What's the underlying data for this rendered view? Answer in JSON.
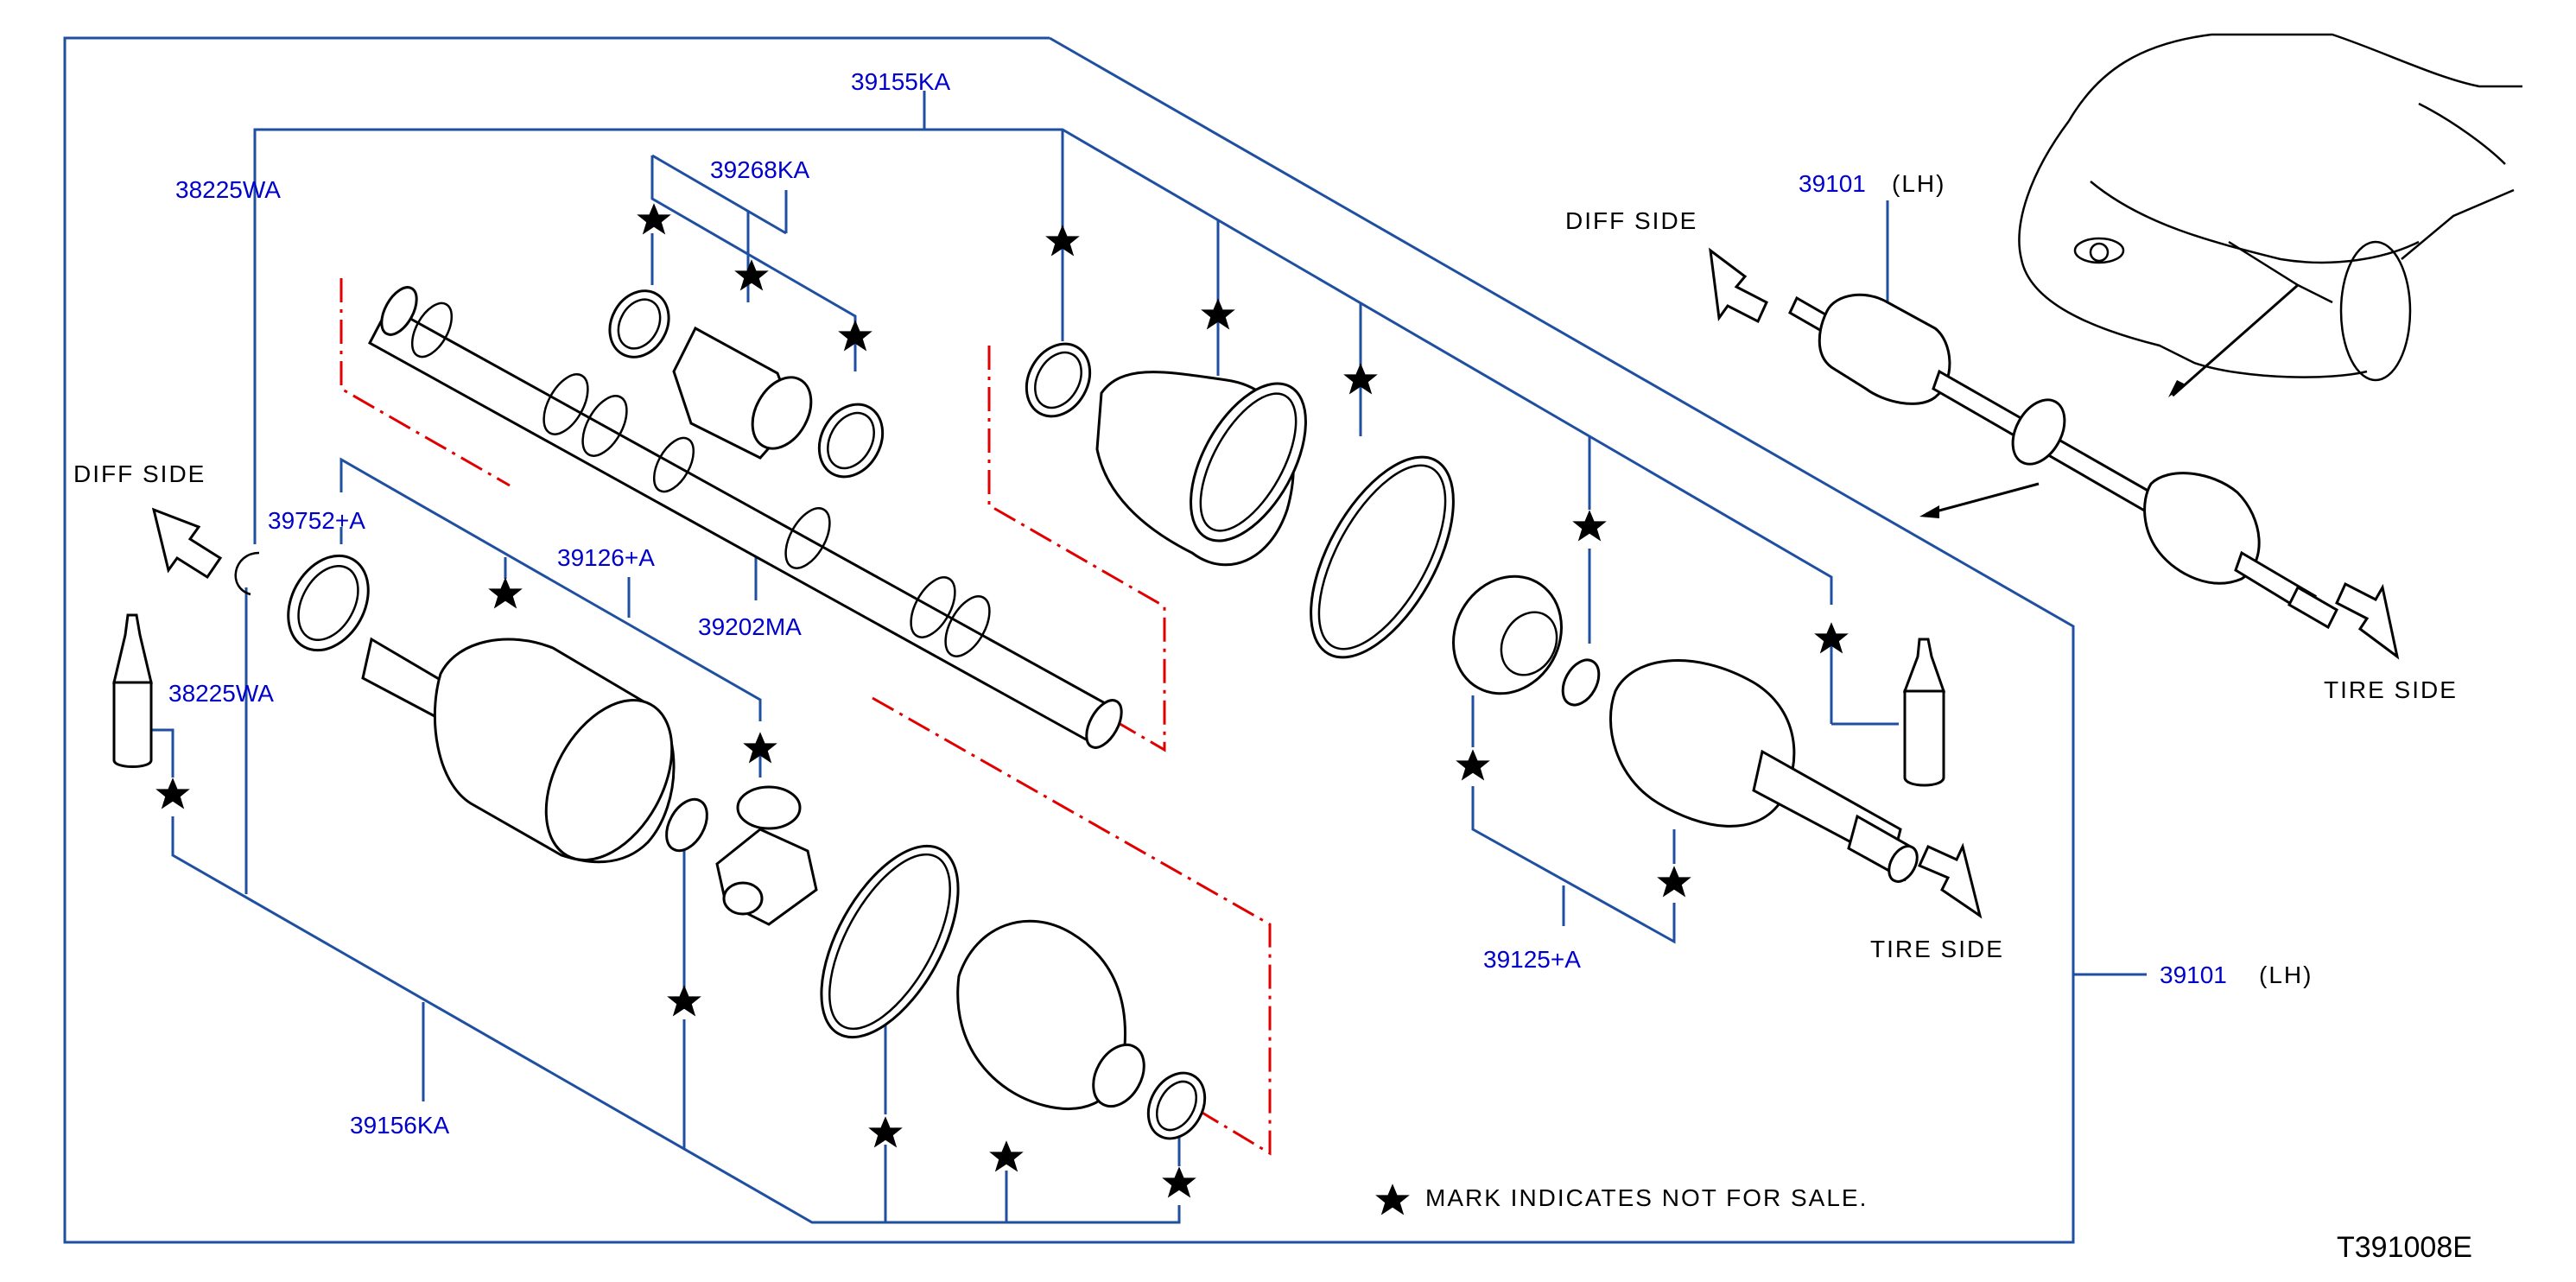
{
  "title": "",
  "diagram_code": "T391008E",
  "legend_note": "MARK INDICATES NOT FOR SALE.",
  "side_labels": {
    "diff_side": "DIFF SIDE",
    "tire_side": "TIRE SIDE"
  },
  "part_numbers": {
    "assembly": "39101",
    "assembly_side": "(LH)",
    "boot_kit_outer": "39155KA",
    "circlip": "38225WA",
    "boot_band_kit": "39268KA",
    "shaft": "39202MA",
    "oil_seal": "39752+A",
    "joint_inner": "39126+A",
    "boot_kit_inner": "39156KA",
    "joint_outer": "39125+A"
  },
  "colors": {
    "callout_line": "#1f4fa0",
    "part_number_text": "#0000cc",
    "phantom_line": "#e00000"
  },
  "icons": [
    "star-icon",
    "arrow-icon"
  ]
}
